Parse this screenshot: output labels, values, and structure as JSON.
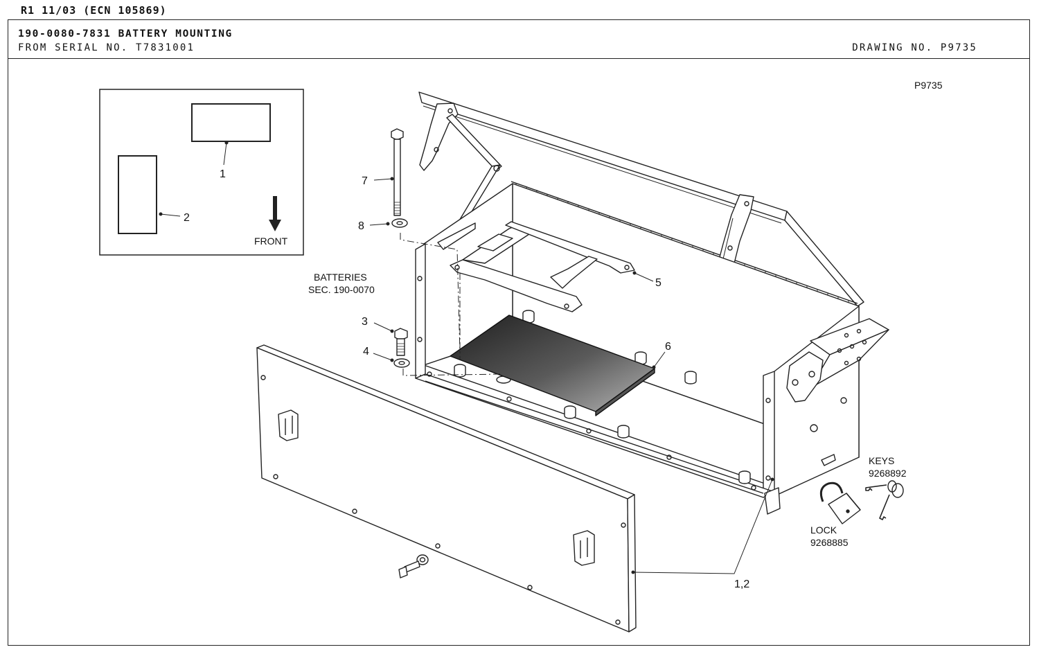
{
  "revision": "R1 11/03 (ECN 105869)",
  "header": {
    "title": "190-0080-7831 BATTERY MOUNTING",
    "serial": "FROM SERIAL NO. T7831001",
    "drawing_no": "DRAWING NO. P9735"
  },
  "figure_id": "P9735",
  "inset": {
    "callout_1": "1",
    "callout_2": "2",
    "front_label": "FRONT"
  },
  "callouts": {
    "c1_2": "1,2",
    "c3": "3",
    "c4": "4",
    "c5": "5",
    "c6": "6",
    "c7": "7",
    "c8": "8"
  },
  "notes": {
    "batteries_line1": "BATTERIES",
    "batteries_line2": "SEC. 190-0070",
    "keys_line1": "KEYS",
    "keys_line2": "9268892",
    "lock_line1": "LOCK",
    "lock_line2": "9268885"
  },
  "colors": {
    "line": "#222222",
    "mat_dark": "#2e2e2e",
    "mat_light": "#9a9a9a"
  }
}
